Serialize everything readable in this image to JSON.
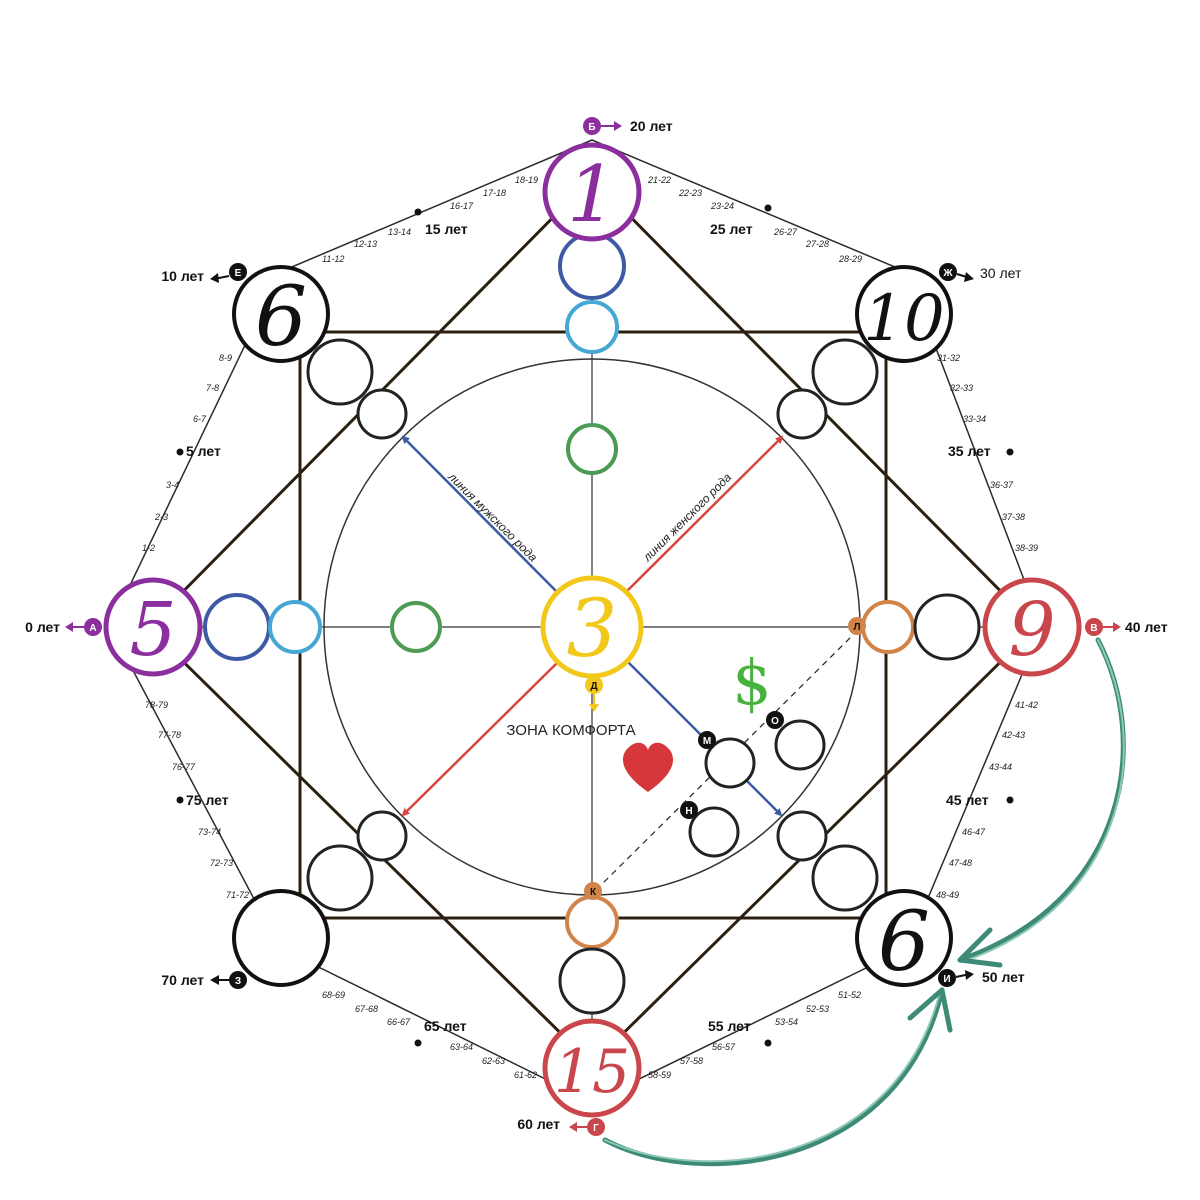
{
  "center": {
    "value": "3"
  },
  "outer_points": {
    "A": {
      "letter": "А",
      "value": "5",
      "age": "0 лет"
    },
    "B": {
      "letter": "Б",
      "value": "1",
      "age": "20 лет"
    },
    "V": {
      "letter": "В",
      "value": "9",
      "age": "40 лет"
    },
    "G": {
      "letter": "Г",
      "value": "15",
      "age": "60 лет"
    },
    "E": {
      "letter": "Е",
      "value": "6",
      "age": "10 лет"
    },
    "ZH": {
      "letter": "Ж",
      "value": "10",
      "age": "30 лет"
    },
    "I": {
      "letter": "И",
      "value": "6",
      "age": "50 лет"
    },
    "Z": {
      "letter": "З",
      "value": "",
      "age": "70 лет"
    }
  },
  "inner_points": {
    "D": "Д",
    "K": "К",
    "L": "Л",
    "M": "М",
    "N": "Н",
    "O": "О"
  },
  "mid_ages": {
    "a5": "5 лет",
    "a15": "15 лет",
    "a25": "25 лет",
    "a35": "35 лет",
    "a45": "45 лет",
    "a55": "55 лет",
    "a65": "65 лет",
    "a75": "75 лет"
  },
  "ranges": {
    "r0_10": [
      "1-2",
      "2-3",
      "3-4",
      "6-7",
      "7-8",
      "8-9"
    ],
    "r10_20": [
      "11-12",
      "12-13",
      "13-14",
      "16-17",
      "17-18",
      "18-19"
    ],
    "r20_30": [
      "21-22",
      "22-23",
      "23-24",
      "26-27",
      "27-28",
      "28-29"
    ],
    "r30_40": [
      "31-32",
      "32-33",
      "33-34",
      "36-37",
      "37-38",
      "38-39"
    ],
    "r40_50": [
      "41-42",
      "42-43",
      "43-44",
      "46-47",
      "47-48",
      "48-49"
    ],
    "r50_60": [
      "51-52",
      "52-53",
      "53-54",
      "56-57",
      "57-58",
      "58-59"
    ],
    "r60_70": [
      "61-62",
      "62-63",
      "63-64",
      "66-67",
      "67-68",
      "68-69"
    ],
    "r70_80": [
      "71-72",
      "72-73",
      "73-74",
      "76-77",
      "77-78",
      "78-79"
    ]
  },
  "labels": {
    "male_line": "линия мужского рода",
    "female_line": "линия женского рода",
    "comfort_zone": "ЗОНА КОМФОРТА",
    "money": "$"
  },
  "colors": {
    "purple": "#8b2f9e",
    "red": "#c9474c",
    "yellow": "#f2c81b",
    "dark_blue": "#3d5aa5",
    "light_blue": "#45a8d4",
    "green": "#4c9b54",
    "orange": "#d1844a",
    "teal_arrow": "#3d8b77",
    "money_green": "#48b23f",
    "heart_red": "#d6373a"
  }
}
